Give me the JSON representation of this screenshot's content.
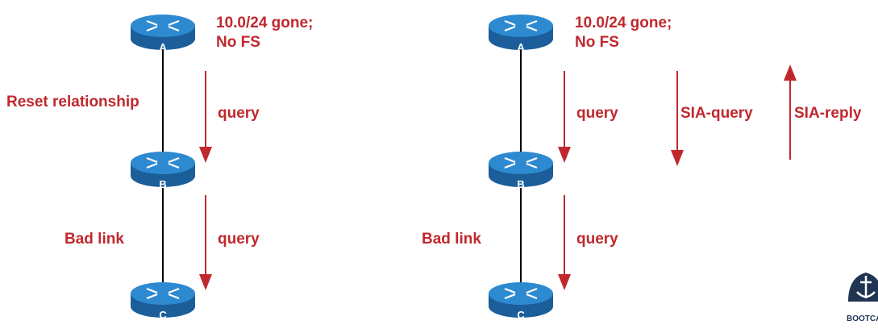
{
  "colors": {
    "accent": "#c0282d",
    "router_top": "#2e8ad0",
    "router_body": "#1b5e9a",
    "link": "#000000"
  },
  "left": {
    "routers": [
      "A",
      "B",
      "C"
    ],
    "note_line1": "10.0/24 gone;",
    "note_line2": "No FS",
    "reset_label": "Reset relationship",
    "bad_link_label": "Bad link",
    "query_top": "query",
    "query_bottom": "query"
  },
  "right": {
    "routers": [
      "A",
      "B",
      "C"
    ],
    "note_line1": "10.0/24 gone;",
    "note_line2": "No FS",
    "bad_link_label": "Bad link",
    "query_top": "query",
    "query_bottom": "query",
    "sia_query": "SIA-query",
    "sia_reply": "SIA-reply"
  },
  "logo": {
    "text": "BOOTCAMP",
    "icon": "anchor-logo-icon"
  }
}
